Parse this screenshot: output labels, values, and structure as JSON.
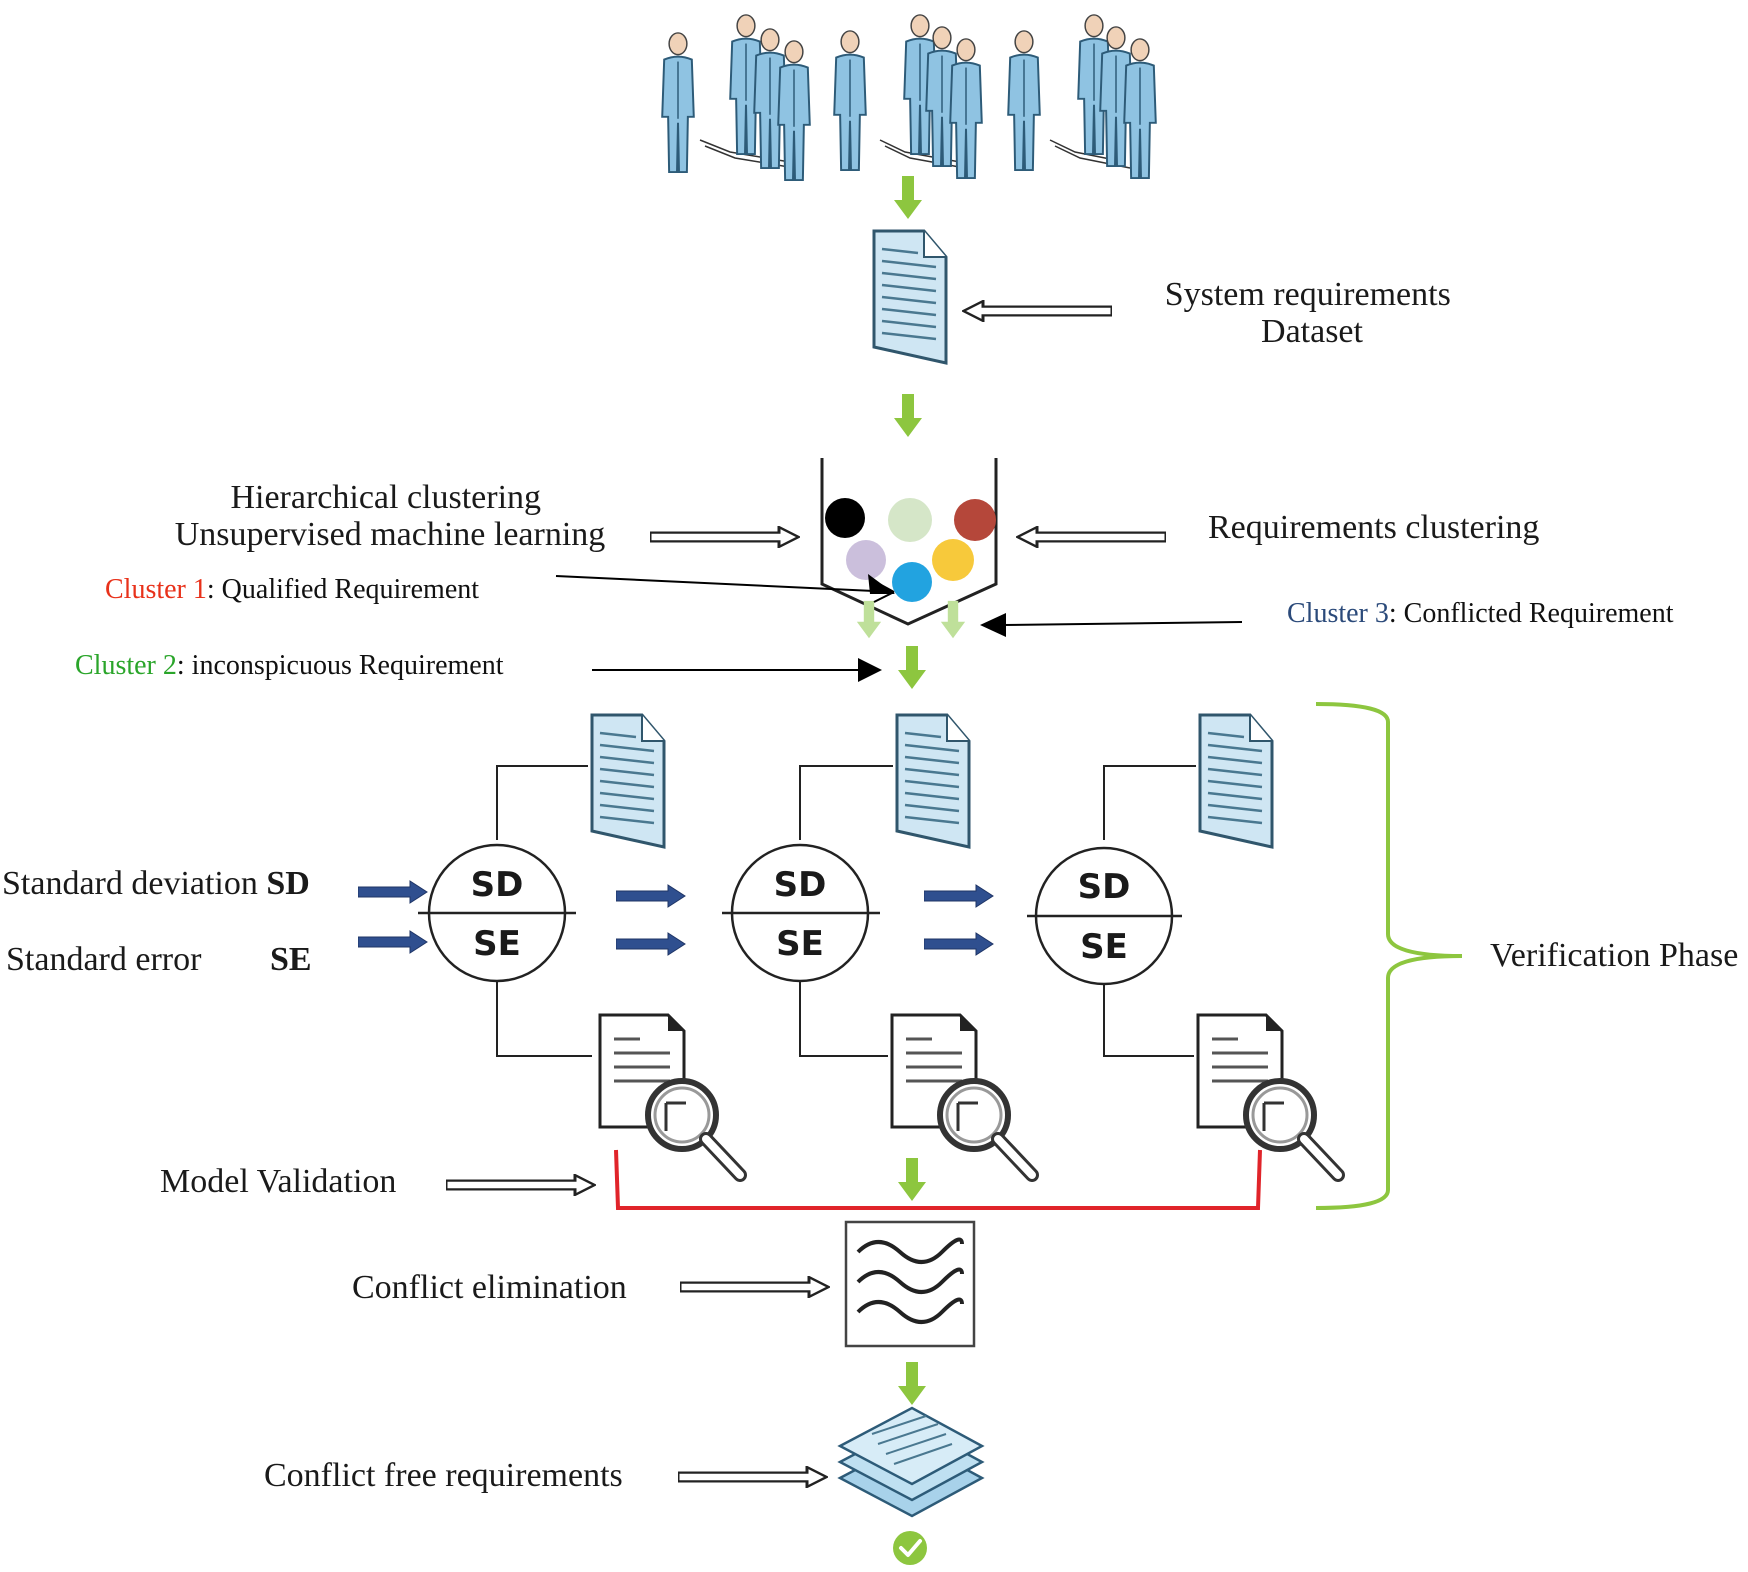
{
  "labels": {
    "system_requirements": [
      "System requirements",
      "Dataset"
    ],
    "hierarchical": [
      "Hierarchical clustering",
      "Unsupervised machine learning"
    ],
    "requirements_clustering": "Requirements clustering",
    "cluster1": {
      "prefix": "Cluster 1",
      "text": ": Qualified Requirement"
    },
    "cluster2": {
      "prefix": "Cluster 2",
      "text": ": inconspicuous  Requirement"
    },
    "cluster3": {
      "prefix": "Cluster 3",
      "text": ": Conflicted Requirement"
    },
    "standard_deviation": "Standard deviation",
    "sd_abbrev": "SD",
    "standard_error": "Standard error",
    "se_abbrev": "SE",
    "verification_phase": "Verification Phase",
    "model_validation": "Model Validation",
    "conflict_elimination": "Conflict elimination",
    "conflict_free": "Conflict free requirements"
  },
  "nodes": [
    {
      "top": "SD",
      "bottom": "SE"
    },
    {
      "top": "SD",
      "bottom": "SE"
    },
    {
      "top": "SD",
      "bottom": "SE"
    }
  ],
  "icons": [
    "people-group-icon",
    "document-icon",
    "clustering-funnel-icon",
    "magnifier-document-icon",
    "waves-filter-icon",
    "document-stack-icon",
    "check-circle-icon"
  ],
  "colors": {
    "flow_arrow": "#8dc63f",
    "cluster1": "#e8311a",
    "cluster2": "#2aa52a",
    "cluster3": "#2b4a7a",
    "validation_bracket": "#e0242a",
    "verification_brace": "#8dc63f",
    "input_arrow": "#2f4f8f",
    "document_fill": "#cfe6f3",
    "clusters": [
      "#000000",
      "#d5e6c8",
      "#b5473a",
      "#cbbfdc",
      "#22a3e0",
      "#f7c93b"
    ]
  }
}
